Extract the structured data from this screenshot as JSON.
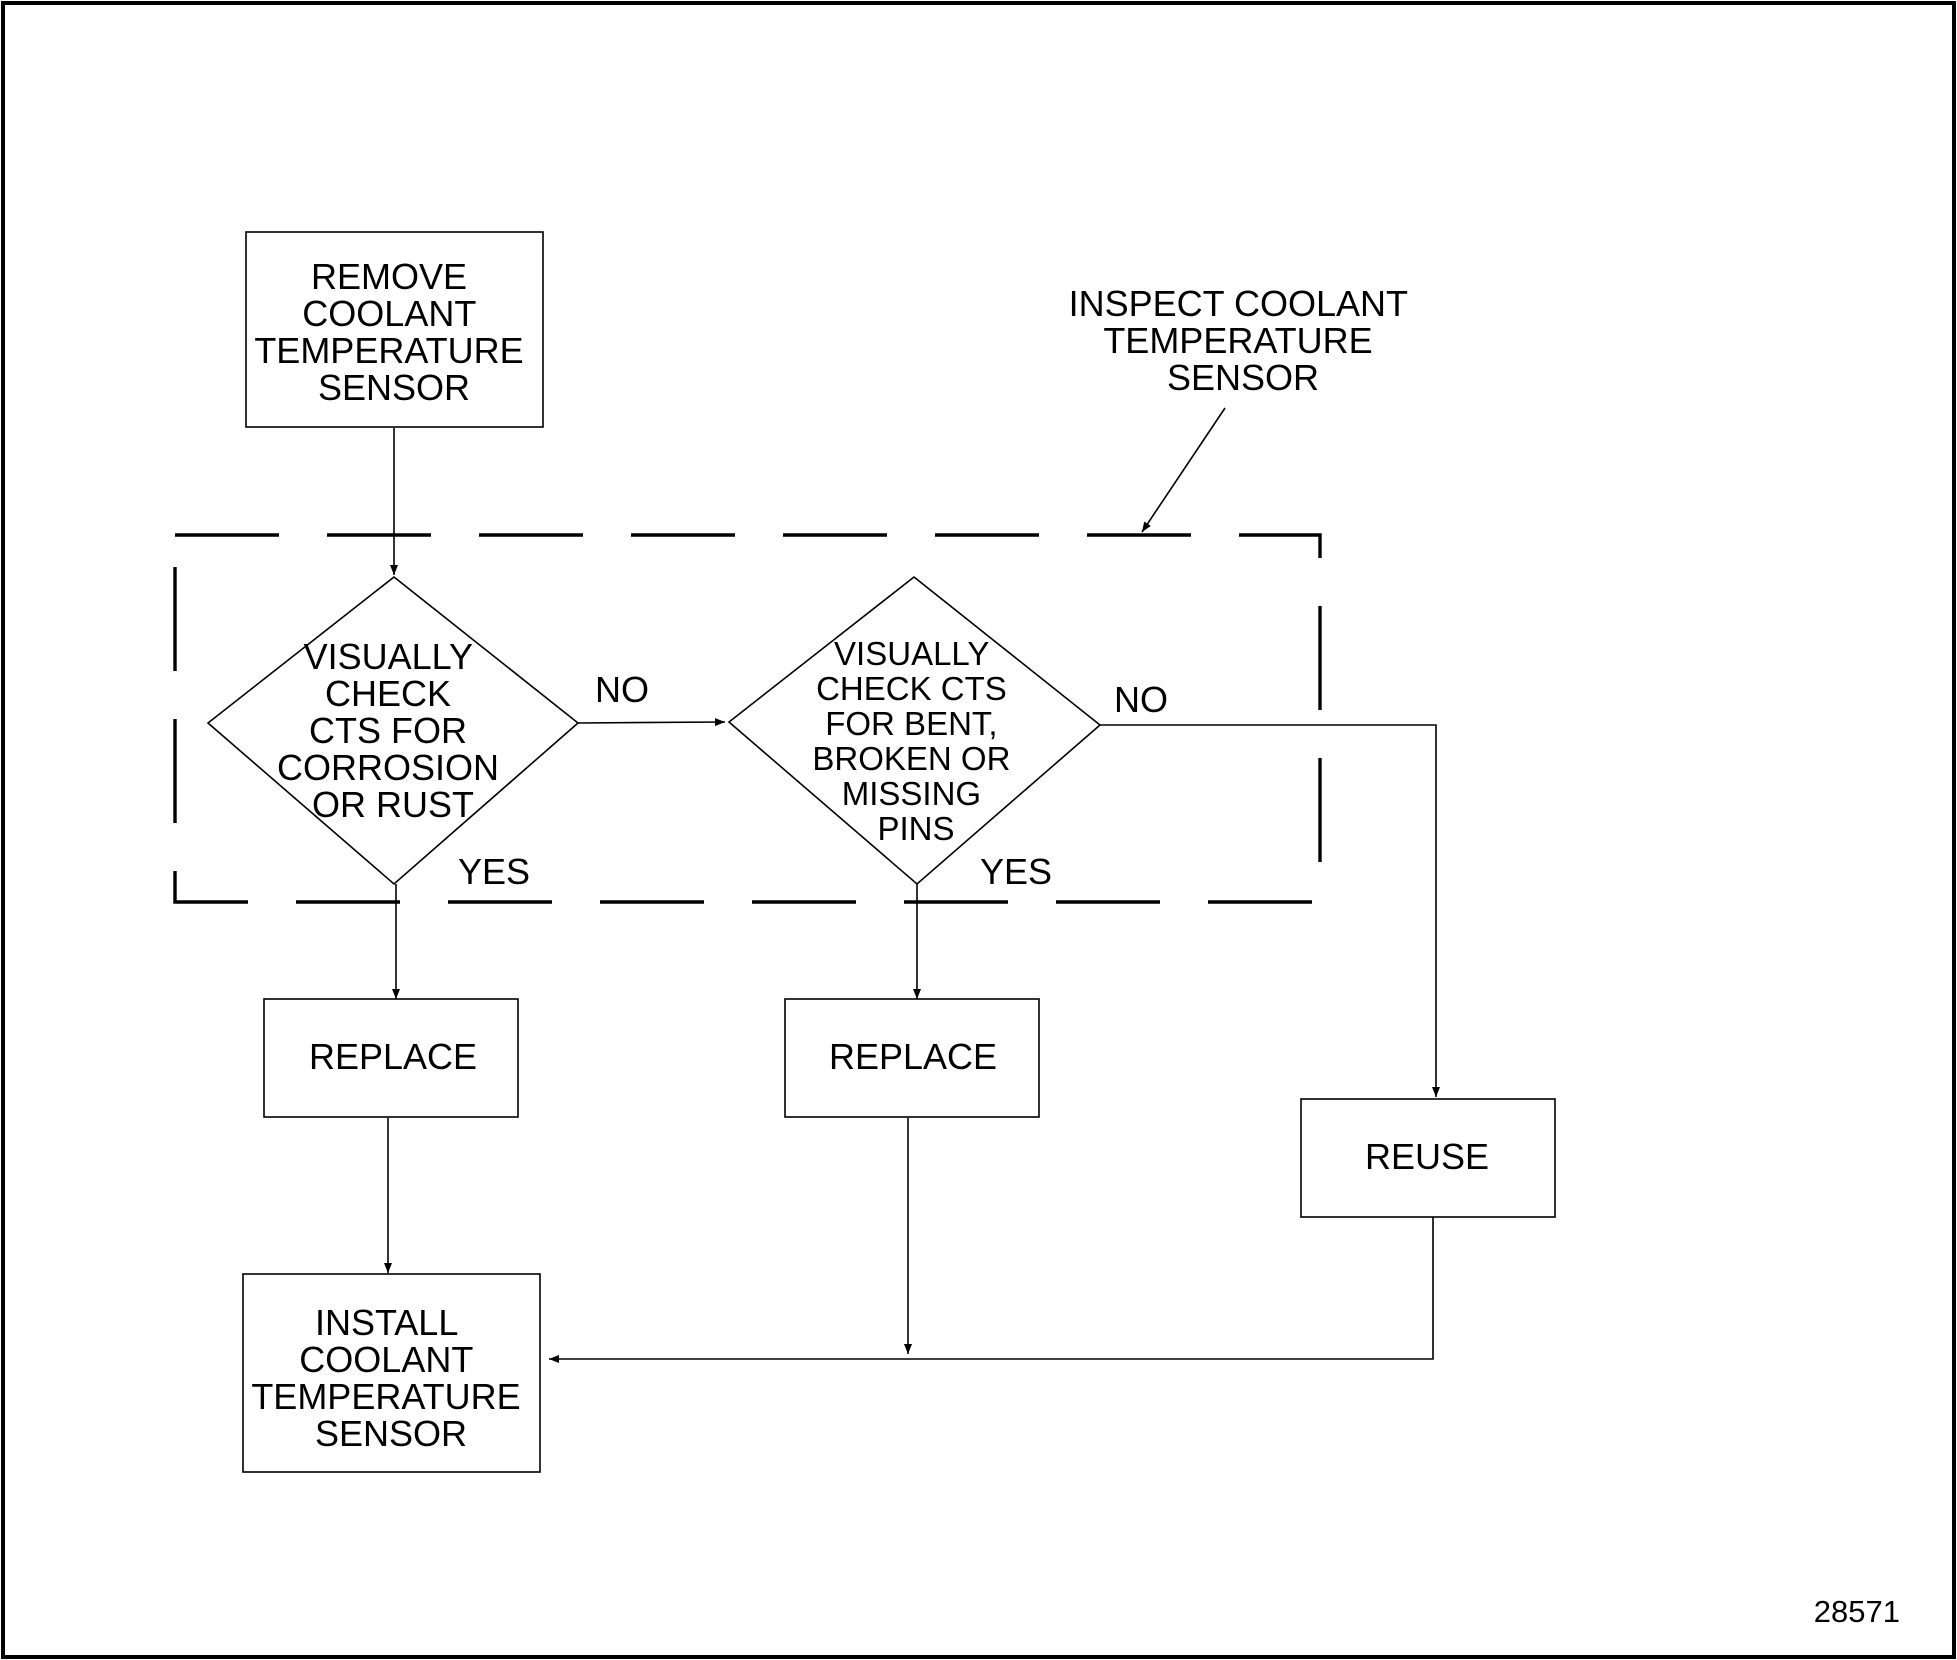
{
  "nodes": {
    "remove": [
      "REMOVE",
      "COOLANT",
      "TEMPERATURE",
      "SENSOR"
    ],
    "inspect_callout": [
      "INSPECT COOLANT",
      "TEMPERATURE",
      "SENSOR"
    ],
    "check_corrosion": [
      "VISUALLY",
      "CHECK",
      "CTS FOR",
      "CORROSION",
      "OR RUST"
    ],
    "check_pins": [
      "VISUALLY",
      "CHECK CTS",
      "FOR BENT,",
      "BROKEN OR",
      "MISSING",
      "PINS"
    ],
    "replace_1": "REPLACE",
    "replace_2": "REPLACE",
    "reuse": "REUSE",
    "install": [
      "INSTALL",
      "COOLANT",
      "TEMPERATURE",
      "SENSOR"
    ]
  },
  "edges": {
    "no_1": "NO",
    "yes_1": "YES",
    "no_2": "NO",
    "yes_2": "YES"
  },
  "figure_number": "28571"
}
